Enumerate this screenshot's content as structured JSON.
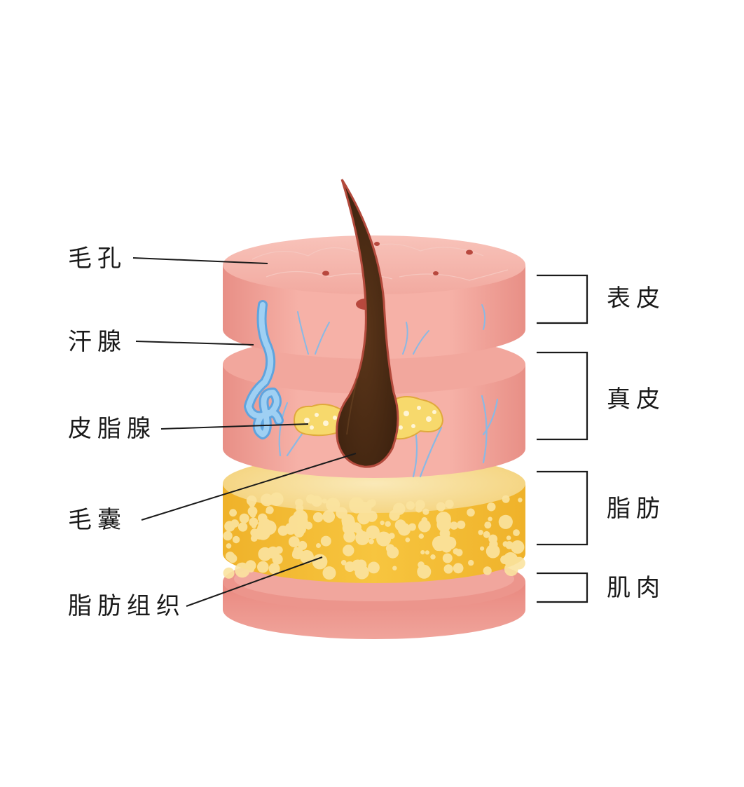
{
  "labels_left": {
    "pore": "毛孔",
    "sweat_gland": "汗腺",
    "sebaceous_gland": "皮脂腺",
    "hair_follicle": "毛囊",
    "adipose_tissue": "脂肪组织"
  },
  "labels_right": {
    "epidermis": "表皮",
    "dermis": "真皮",
    "fat": "脂肪",
    "muscle": "肌肉"
  },
  "colors": {
    "skin_top": "#f6b7ad",
    "skin_side": "#f0a39b",
    "skin_dark": "#d9766b",
    "fat_top": "#f7df98",
    "fat_side": "#f4c13b",
    "hair": "#4a2a14",
    "sweat_gland": "#8ec8ef",
    "sebaceous": "#f7d96c",
    "pore": "#b8483e",
    "line": "#1a1a1a"
  }
}
